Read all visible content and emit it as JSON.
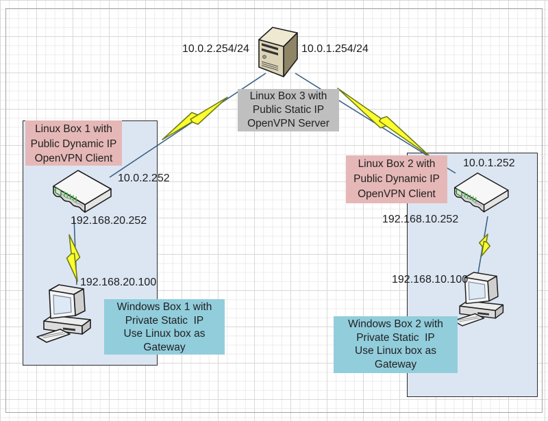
{
  "server": {
    "ip_left": "10.0.2.254/24",
    "ip_right": "10.0.1.254/24",
    "label": [
      "Linux Box 3 with",
      "Public Static IP",
      "OpenVPN Server"
    ]
  },
  "site1": {
    "router_label": [
      "Linux Box 1 with",
      "Public Dynamic IP",
      "OpenVPN Client"
    ],
    "wan_ip": "10.0.2.252",
    "lan_ip": "192.168.20.252",
    "pc_ip": "192.168.20.100",
    "pc_label": [
      "Windows Box 1 with",
      "Private Static  IP",
      "Use Linux box as",
      "Gateway"
    ]
  },
  "site2": {
    "router_label": [
      "Linux Box 2 with",
      "Public Dynamic IP",
      "OpenVPN Client"
    ],
    "wan_ip": "10.0.1.252",
    "lan_ip": "192.168.10.252",
    "pc_ip": "192.168.10.100",
    "pc_label": [
      "Windows Box 2 with",
      "Private Static  IP",
      "Use Linux box as",
      "Gateway"
    ]
  },
  "colors": {
    "container_fill": "#dce6f2",
    "client_label_fill": "#e5b8b7",
    "server_label_fill": "#bfbfbf",
    "pc_label_fill": "#92cddc",
    "bolt_yellow": "#ffff2e",
    "bolt_edge": "#6b7a1f",
    "link_line": "#3a6186"
  }
}
